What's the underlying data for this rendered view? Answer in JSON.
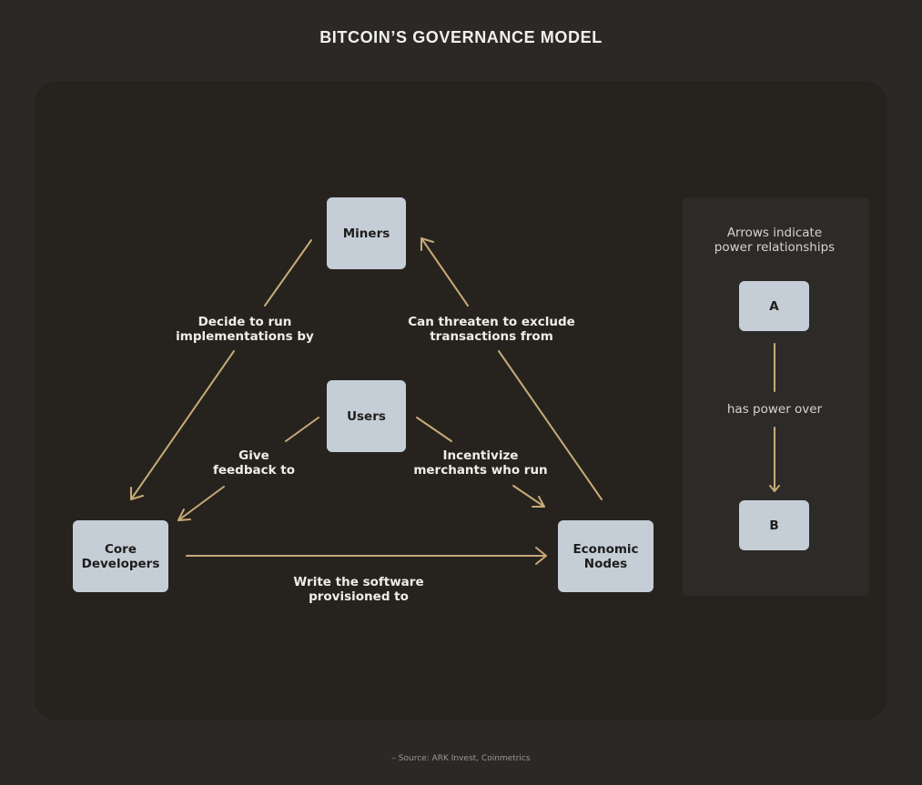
{
  "title": "BITCOIN’S GOVERNANCE MODEL",
  "nodes": {
    "miners": "Miners",
    "users": "Users",
    "core_developers": "Core\nDevelopers",
    "economic_nodes": "Economic\nNodes"
  },
  "edges": {
    "decide_to_run": "Decide to run\nimplementations by",
    "can_threaten": "Can threaten to exclude\ntransactions from",
    "give_feedback": "Give\nfeedback to",
    "incentivize": "Incentivize\nmerchants who run",
    "write_software": "Write the software\nprovisioned to"
  },
  "legend": {
    "heading": "Arrows indicate\npower relationships",
    "node_a": "A",
    "node_b": "B",
    "relation": "has power over"
  },
  "source": "– Source: ARK Invest, Coinmetrics",
  "colors": {
    "background": "#2b2926",
    "panel": "#26231f",
    "node_fill": "#c5cdd6",
    "arrow": "#c8aa78"
  }
}
